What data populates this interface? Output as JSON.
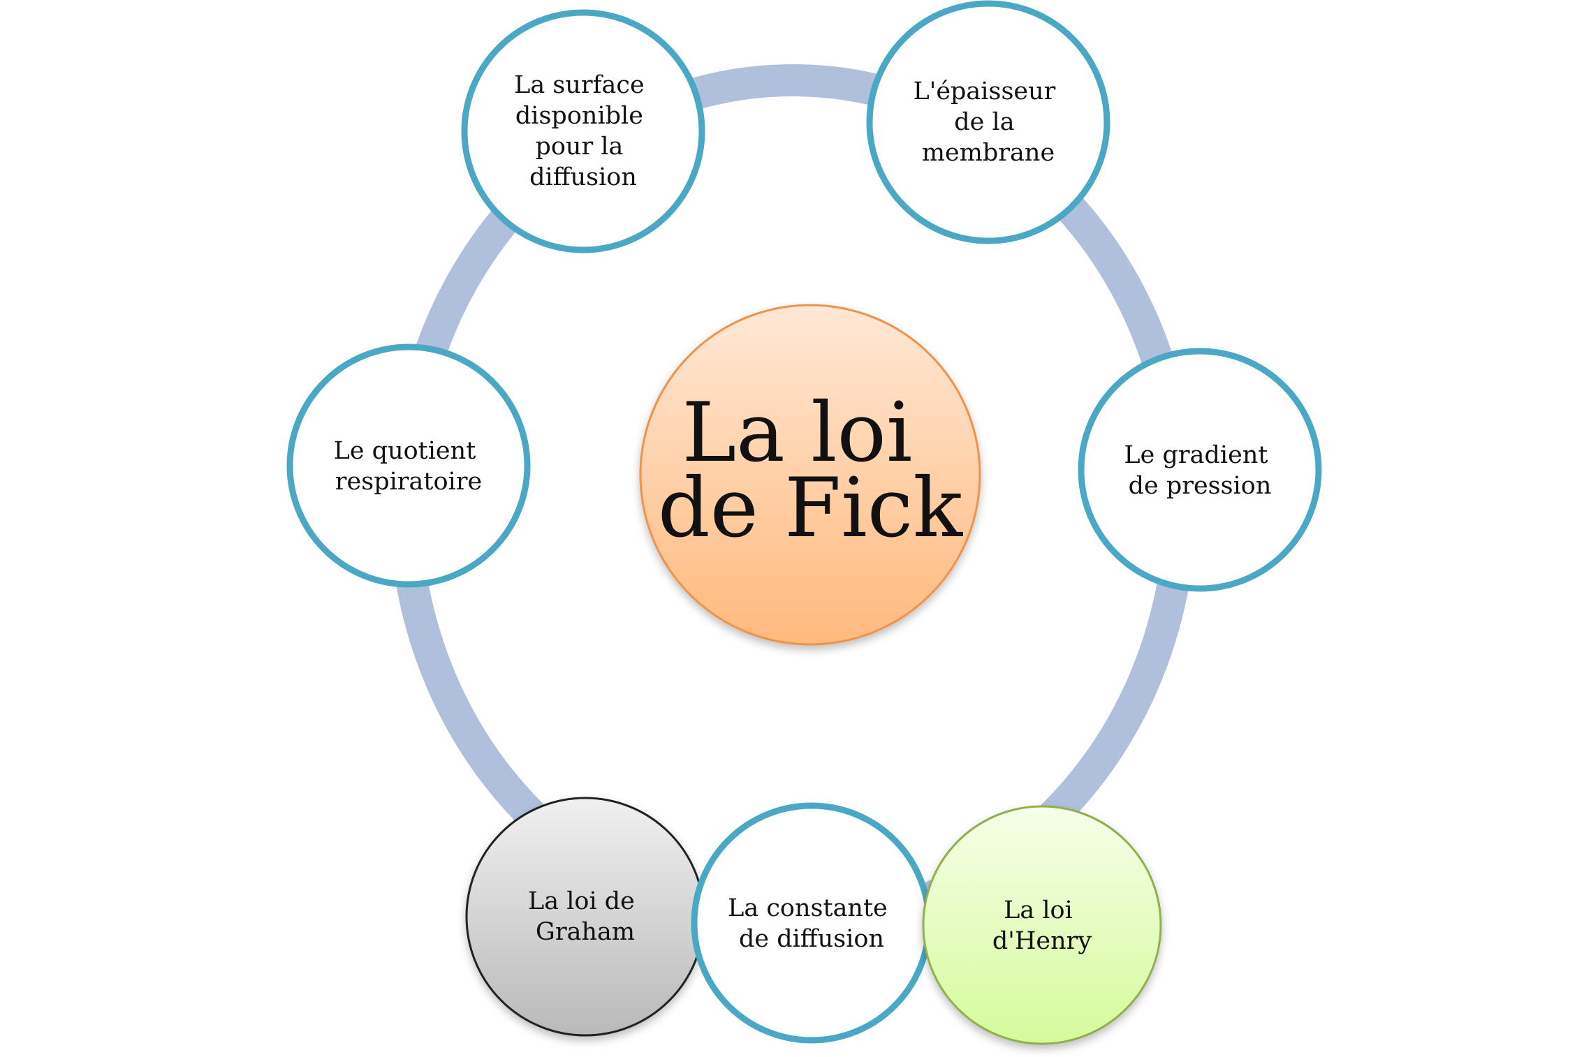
{
  "diagram": {
    "center": {
      "lines": [
        "La loi",
        "de Fick"
      ]
    },
    "nodes": {
      "surface": {
        "lines": [
          "La surface",
          "disponible",
          "pour la",
          "diffusion"
        ]
      },
      "epaisseur": {
        "lines": [
          "L'épaisseur",
          "de la",
          "membrane"
        ]
      },
      "gradient": {
        "lines": [
          "Le gradient",
          "de pression"
        ]
      },
      "henry": {
        "lines": [
          "La loi",
          "d'Henry"
        ]
      },
      "constante": {
        "lines": [
          "La constante",
          "de diffusion"
        ]
      },
      "graham": {
        "lines": [
          "La loi de",
          "Graham"
        ]
      },
      "quotient": {
        "lines": [
          "Le quotient",
          "respiratoire"
        ]
      }
    },
    "colors": {
      "ring": "#b0bfdb",
      "node_border": "#4ba8c4",
      "center_top": "#ffe8d6",
      "center_bottom": "#ffb97d",
      "center_border": "#f0924a",
      "green_top": "#f6fee8",
      "green_bottom": "#d6fa9c",
      "green_border": "#8fb04e",
      "gray_top": "#f0f0f0",
      "gray_bottom": "#b9b9b9",
      "gray_border": "#222222"
    }
  }
}
